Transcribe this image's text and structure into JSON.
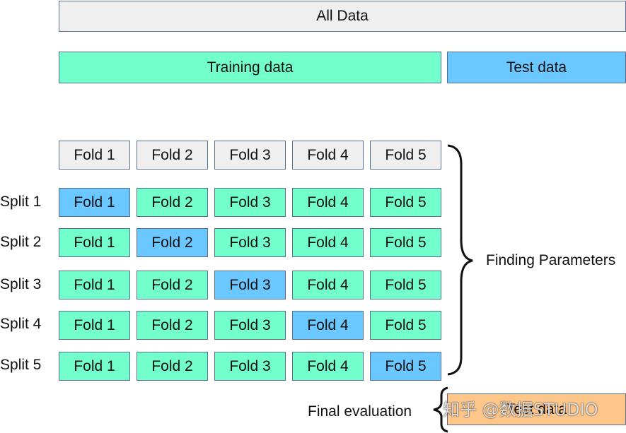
{
  "all_data": "All Data",
  "training_data": "Training data",
  "test_data": "Test data",
  "folds_header": [
    "Fold 1",
    "Fold 2",
    "Fold 3",
    "Fold 4",
    "Fold 5"
  ],
  "splits": [
    {
      "label": "Split 1",
      "folds": [
        "Fold 1",
        "Fold 2",
        "Fold 3",
        "Fold 4",
        "Fold 5"
      ],
      "test_fold": 1
    },
    {
      "label": "Split 2",
      "folds": [
        "Fold 1",
        "Fold 2",
        "Fold 3",
        "Fold 4",
        "Fold 5"
      ],
      "test_fold": 2
    },
    {
      "label": "Split 3",
      "folds": [
        "Fold 1",
        "Fold 2",
        "Fold 3",
        "Fold 4",
        "Fold 5"
      ],
      "test_fold": 3
    },
    {
      "label": "Split 4",
      "folds": [
        "Fold 1",
        "Fold 2",
        "Fold 3",
        "Fold 4",
        "Fold 5"
      ],
      "test_fold": 4
    },
    {
      "label": "Split 5",
      "folds": [
        "Fold 1",
        "Fold 2",
        "Fold 3",
        "Fold 4",
        "Fold 5"
      ],
      "test_fold": 5
    }
  ],
  "finding_parameters": "Finding Parameters",
  "final_evaluation": "Final evaluation",
  "final_test_data": "Test data",
  "watermark": "知乎 @数据STUDIO",
  "colors": {
    "all_data": "#efefef",
    "training": "#73ffcb",
    "test": "#6bc7ff",
    "final_test": "#ffc68a",
    "border": "#5b6f8c"
  }
}
